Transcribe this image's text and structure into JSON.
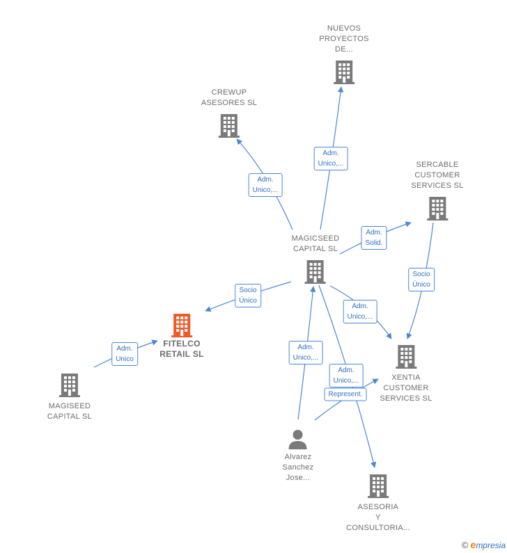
{
  "nodes": {
    "nuevos": {
      "label": "NUEVOS\nPROYECTOS\nDE..."
    },
    "crewup": {
      "label": "CREWUP\nASESORES  SL"
    },
    "sercable": {
      "label": "SERCABLE\nCUSTOMER\nSERVICES  SL"
    },
    "magicseed": {
      "label": "MAGICSEED\nCAPITAL  SL"
    },
    "fitelco": {
      "label": "FITELCO\nRETAIL  SL"
    },
    "magiseed": {
      "label": "MAGISEED\nCAPITAL  SL"
    },
    "xentia": {
      "label": "XENTIA\nCUSTOMER\nSERVICES  SL"
    },
    "alvarez": {
      "label": "Alvarez\nSanchez\nJose..."
    },
    "asesoria": {
      "label": "ASESORIA\nY\nCONSULTORIA..."
    }
  },
  "edges": {
    "e1": "Adm.\nUnico,...",
    "e2": "Adm.\nUnico,...",
    "e3": "Adm.\nSolid.",
    "e4": "Socio\nÚnico",
    "e5": "Socio\nÚnico",
    "e6": "Adm.\nUnico,...",
    "e7": "Adm.\nUnico",
    "e8": "Adm.\nUnico,...",
    "e9": "Adm.\nUnico,...",
    "e10": "Represent."
  },
  "brand": {
    "copyright": "©",
    "e": "e",
    "name": "mpresia"
  },
  "colors": {
    "company": "#7a7a7a",
    "focus": "#f05a28",
    "edge": "#4a86d6",
    "person": "#7a7a7a"
  }
}
